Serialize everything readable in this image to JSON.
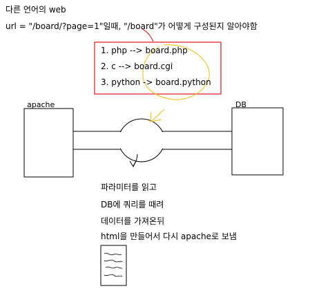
{
  "header": {
    "line1": "다른 언어의 web",
    "line2": "url = \"/board/?page=1\"일때, \"/board\"가 어떻게 구성된지 알아야함"
  },
  "mapping": {
    "items": [
      "1. php  -->  board.php",
      "2.    c    -->  board.cgi",
      "3. python  ->  board.python"
    ]
  },
  "nodes": {
    "apache_label": "apache",
    "db_label": "DB"
  },
  "notes": {
    "lines": [
      "파라미터를 읽고",
      "DB에 쿼리를 때려",
      "데이터를 가져온뒤",
      "html을 만들어서 다시 apache로 보냄"
    ]
  },
  "colors": {
    "box_border": "#e0141e",
    "highlight": "#f2c21b",
    "ink": "#000000"
  }
}
